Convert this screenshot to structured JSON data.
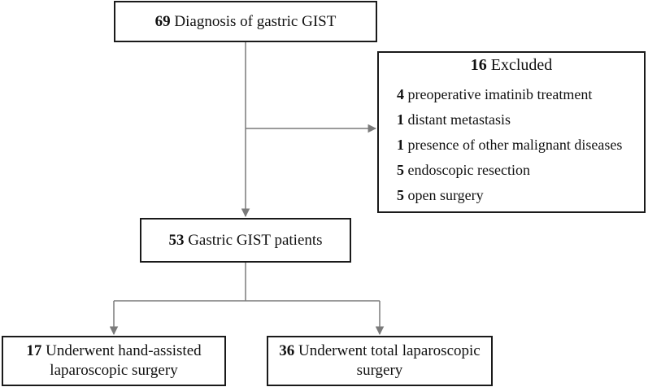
{
  "diagnosis": {
    "num": "69",
    "text": " Diagnosis of gastric GIST"
  },
  "excluded": {
    "num": "16",
    "text": " Excluded",
    "items": [
      {
        "num": "4",
        "text": " preoperative imatinib treatment"
      },
      {
        "num": "1",
        "text": " distant metastasis"
      },
      {
        "num": "1",
        "text": " presence of other malignant diseases"
      },
      {
        "num": "5",
        "text": " endoscopic resection"
      },
      {
        "num": "5",
        "text": " open surgery"
      }
    ]
  },
  "patients": {
    "num": "53",
    "text": " Gastric GIST patients"
  },
  "hand_assisted": {
    "num": "17",
    "line1": " Underwent hand-assisted",
    "line2": "laparoscopic surgery"
  },
  "total_lap": {
    "num": "36",
    "line1": " Underwent total laparoscopic",
    "line2": "surgery"
  },
  "colors": {
    "line": "#7a7a7a",
    "border": "#1a1a1a"
  }
}
